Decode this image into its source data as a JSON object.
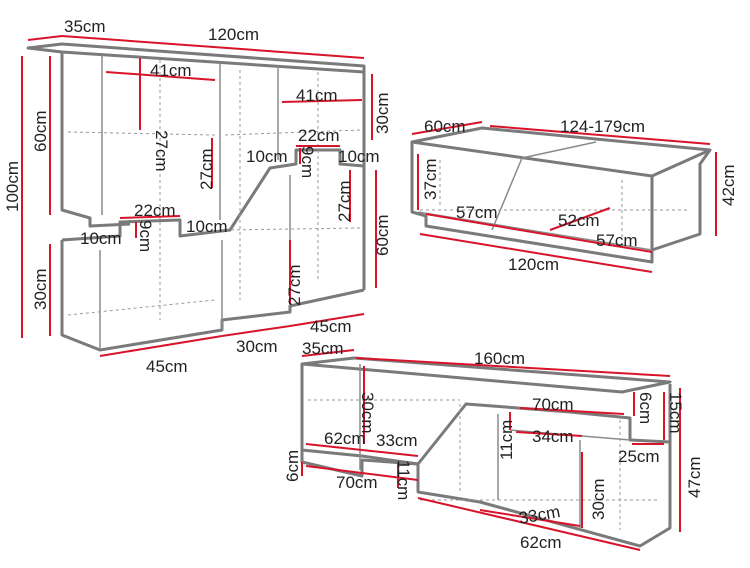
{
  "colors": {
    "dimension_line": "#d8142a",
    "outline": "#7a7a7a"
  },
  "bookcase": {
    "depth_top": "35cm",
    "width_top": "120cm",
    "height_total": "100cm",
    "height_upper": "60cm",
    "height_lower": "30cm",
    "shelf_41_a": "41cm",
    "shelf_27_a": "27cm",
    "shelf_41_b": "41cm",
    "height_30_right": "30cm",
    "shelf_22_a": "22cm",
    "gap_10_a": "10cm",
    "gap_9_a": "9cm",
    "gap_10_b": "10cm",
    "shelf_27_b": "27cm",
    "height_60_right": "60cm",
    "shelf_27_c": "27cm",
    "shelf_22_b": "22cm",
    "gap_10_c": "10cm",
    "gap_9_b": "9cm",
    "gap_10_d": "10cm",
    "shelf_27_d": "27cm",
    "base_45_left": "45cm",
    "base_30_mid": "30cm",
    "base_45_right": "45cm"
  },
  "coffee_table": {
    "depth": "60cm",
    "width_extended": "124-179cm",
    "height_inner": "37cm",
    "height_total": "42cm",
    "inner_57_a": "57cm",
    "inner_52": "52cm",
    "inner_57_b": "57cm",
    "width_base": "120cm"
  },
  "tv_stand": {
    "depth": "35cm",
    "width": "160cm",
    "height_30_left": "30cm",
    "shelf_70_top": "70cm",
    "height_6_right": "6cm",
    "height_15_right": "15cm",
    "shelf_62_left": "62cm",
    "shelf_33_left": "33cm",
    "gap_11_mid": "11cm",
    "shelf_34": "34cm",
    "depth_25": "25cm",
    "height_47": "47cm",
    "height_6_left": "6cm",
    "gap_11_left": "11cm",
    "shelf_70_bottom": "70cm",
    "height_30_mid": "30cm",
    "shelf_33_bottom": "33cm",
    "base_62": "62cm"
  }
}
